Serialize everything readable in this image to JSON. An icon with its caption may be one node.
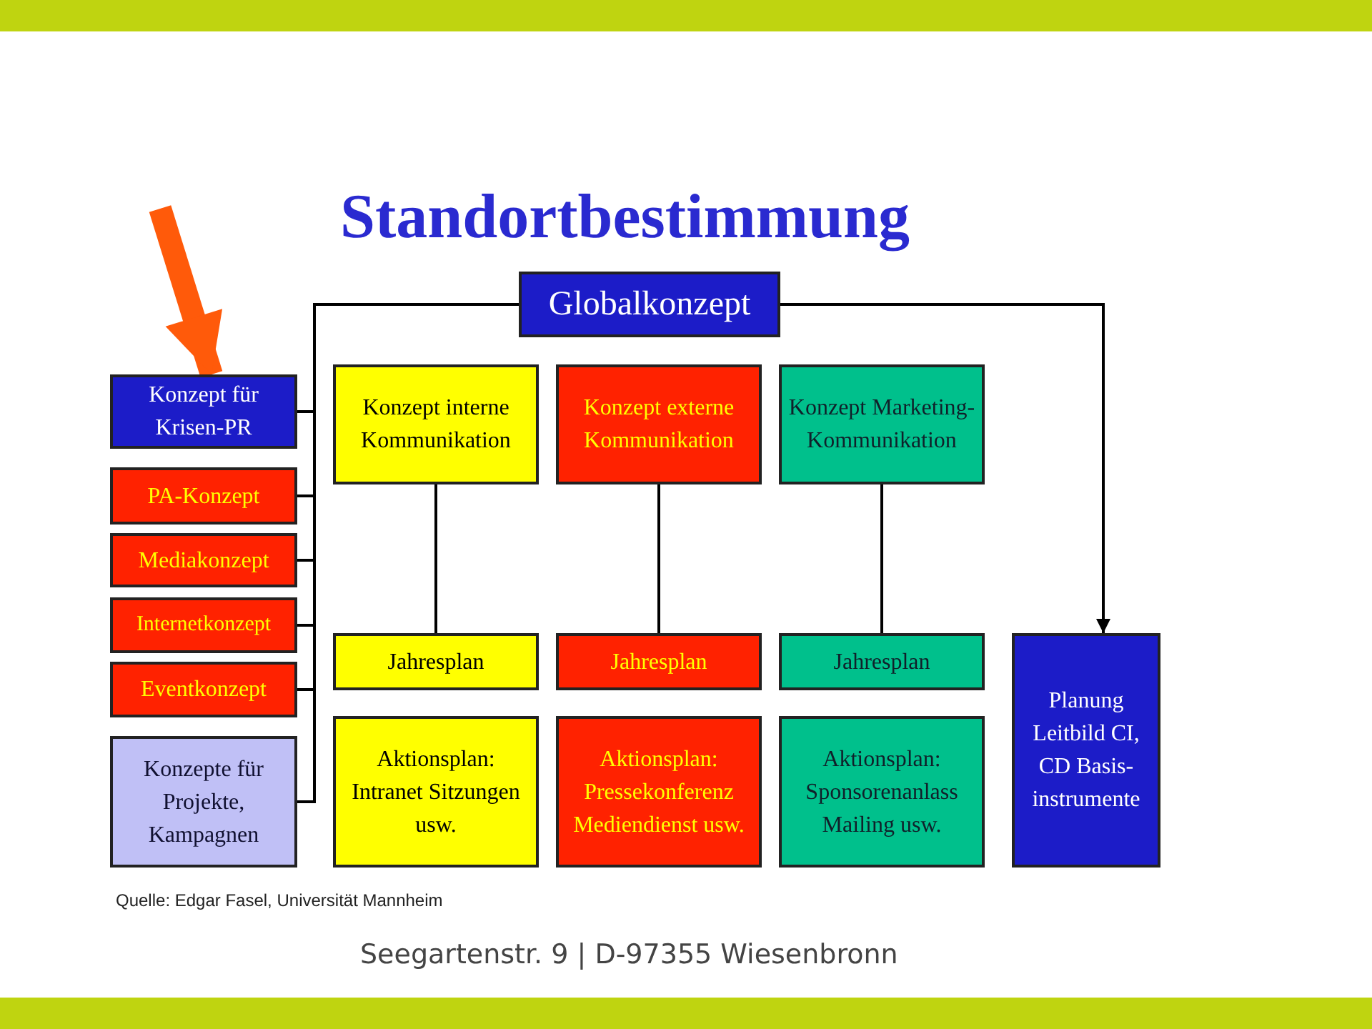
{
  "diagram": {
    "title": "Standortbestimmung",
    "nodes": [
      {
        "text": [
          "Globalkonzept"
        ]
      },
      {
        "text": [
          "Konzept für Krisen-PR"
        ]
      },
      {
        "text": [
          "PA-Konzept"
        ]
      },
      {
        "text": [
          "Mediakonzept"
        ]
      },
      {
        "text": [
          "Internetkonzept"
        ]
      },
      {
        "text": [
          "Eventkonzept"
        ]
      },
      {
        "text": [
          "Konzepte für Projekte, Kampagnen"
        ]
      },
      {
        "text": [
          "Konzept interne Kommunikation"
        ]
      },
      {
        "text": [
          "Konzept externe Kommunikation"
        ]
      },
      {
        "text": [
          "Konzept Marketing-Kommunikation"
        ]
      },
      {
        "text": [
          "Jahresplan"
        ]
      },
      {
        "text": [
          "Jahresplan"
        ]
      },
      {
        "text": [
          "Jahresplan"
        ]
      },
      {
        "text": [
          "Planung Leitbild CI, CD Basis- instrumente"
        ]
      },
      {
        "text": [
          "Aktionsplan: Intranet Sitzungen usw."
        ]
      },
      {
        "text": [
          "Aktionsplan: Pressekonferenz Mediendienst usw."
        ]
      },
      {
        "text": [
          "Aktionsplan: Sponsorenanlass Mailing usw."
        ]
      }
    ],
    "edges": [
      {
        "from": 0,
        "to": 1,
        "arrow": "none"
      },
      {
        "from": 0,
        "to": 2,
        "arrow": "none"
      },
      {
        "from": 0,
        "to": 3,
        "arrow": "none"
      },
      {
        "from": 0,
        "to": 4,
        "arrow": "none"
      },
      {
        "from": 0,
        "to": 5,
        "arrow": "none"
      },
      {
        "from": 0,
        "to": 6,
        "arrow": "none"
      },
      {
        "from": 0,
        "to": 13,
        "arrow": "to"
      },
      {
        "from": 7,
        "to": 10,
        "arrow": "none"
      },
      {
        "from": 8,
        "to": 11,
        "arrow": "none"
      },
      {
        "from": 9,
        "to": 12,
        "arrow": "none"
      },
      {
        "from": null,
        "to": 1,
        "arrow": "to",
        "style": "thick",
        "color": "#ff5a0a"
      }
    ],
    "labels": [
      "Quelle: Edgar Fasel, Universität Mannheim",
      "Seegartenstr. 9 | D-97355 Wiesenbronn"
    ]
  }
}
